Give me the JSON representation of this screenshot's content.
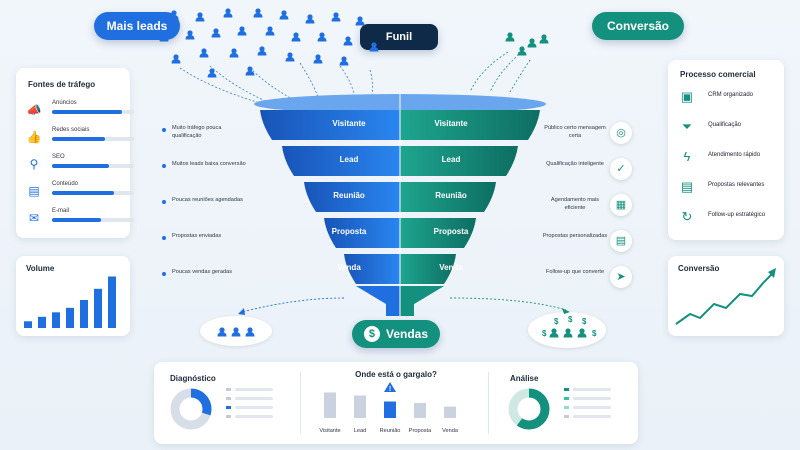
{
  "header": {
    "left_pill": "Mais leads",
    "center_pill": "Funil",
    "right_pill": "Conversão"
  },
  "traffic_sources": {
    "title": "Fontes de tráfego",
    "items": [
      {
        "label": "Anúncios",
        "level": 0.85,
        "icon": "megaphone-icon"
      },
      {
        "label": "Redes sociais",
        "level": 0.65,
        "icon": "thumbs-up-icon"
      },
      {
        "label": "SEO",
        "level": 0.7,
        "icon": "search-icon"
      },
      {
        "label": "Conteúdo",
        "level": 0.75,
        "icon": "document-icon"
      },
      {
        "label": "E-mail",
        "level": 0.6,
        "icon": "email-icon"
      }
    ]
  },
  "volume": {
    "title": "Volume",
    "bar_levels": [
      0.12,
      0.2,
      0.28,
      0.36,
      0.5,
      0.7,
      0.92
    ]
  },
  "process": {
    "title": "Processo comercial",
    "items": [
      {
        "label": "CRM organizado",
        "icon": "id-card-icon"
      },
      {
        "label": "Qualificação",
        "icon": "filter-icon"
      },
      {
        "label": "Atendimento rápido",
        "icon": "lightning-icon"
      },
      {
        "label": "Propostas relevantes",
        "icon": "document-icon"
      },
      {
        "label": "Follow-up estratégico",
        "icon": "refresh-icon"
      }
    ]
  },
  "conversion": {
    "title": "Conversão"
  },
  "funnel": {
    "stages": [
      "Visitante",
      "Lead",
      "Reunião",
      "Proposta",
      "Venda"
    ],
    "left_notes": [
      "Muito tráfego pouca qualificação",
      "Muitos leads baixa conversão",
      "Poucas reuniões agendadas",
      "Propostas enviadas",
      "Poucas vendas geradas"
    ],
    "right_notes": [
      "Público certo mensagem certa",
      "Qualificação inteligente",
      "Agendamento mais eficiente",
      "Propostas personalizadas",
      "Follow-up que converte"
    ],
    "sales_pill": "Vendas",
    "colors": {
      "left": "#1f6fe0",
      "right": "#14907e"
    }
  },
  "bottom": {
    "diagnostico": {
      "title": "Diagnóstico",
      "share": 0.3
    },
    "gargalo": {
      "title": "Onde está o gargalo?",
      "categories": [
        "Visitante",
        "Lead",
        "Reunião",
        "Proposta",
        "Venda"
      ],
      "levels": [
        0.85,
        0.75,
        0.55,
        0.5,
        0.38
      ],
      "highlight": 2,
      "alert_icon": "warning-icon"
    },
    "analise": {
      "title": "Análise",
      "share": 0.6
    }
  }
}
